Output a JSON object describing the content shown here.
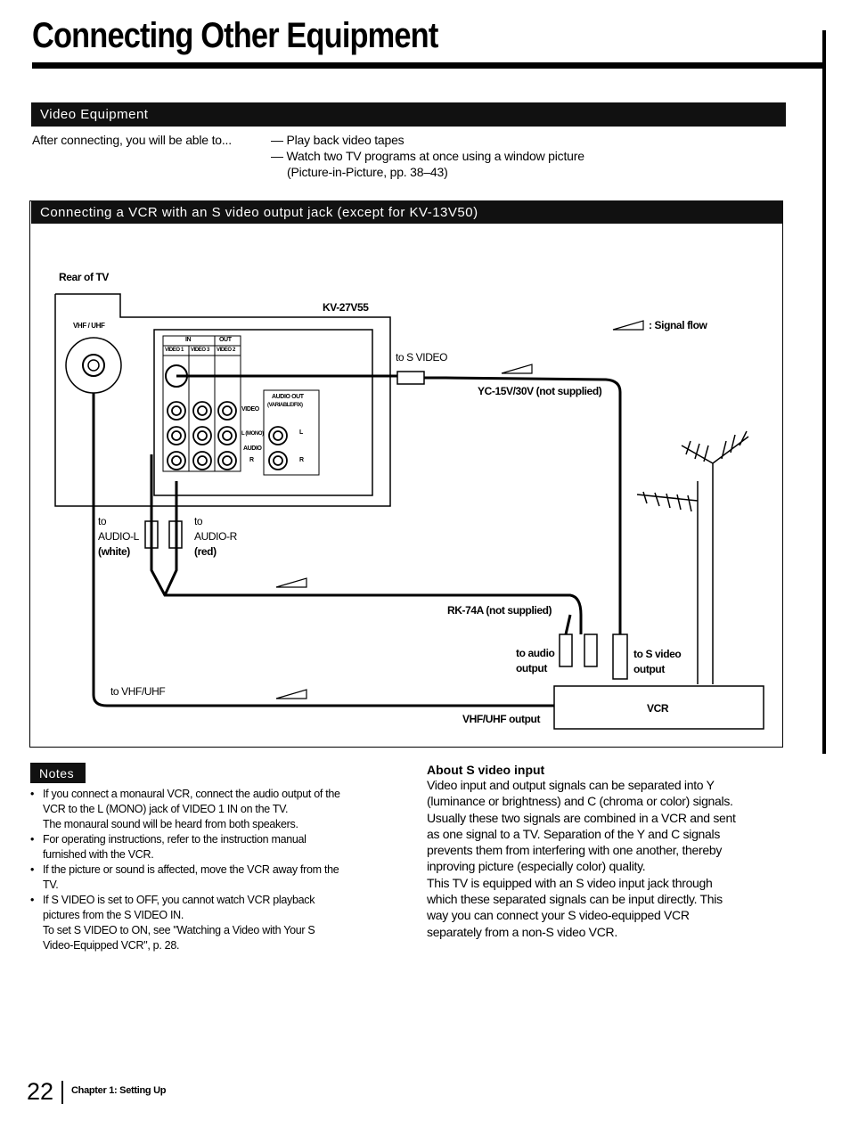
{
  "page": {
    "title": "Connecting Other Equipment",
    "page_number": "22",
    "chapter": "Chapter 1: Setting Up"
  },
  "video_equipment": {
    "heading": "Video Equipment",
    "intro": "After connecting, you will be able to...",
    "bullets": [
      "— Play back video tapes",
      "— Watch two TV programs at once using a window picture",
      "(Picture-in-Picture, pp. 38–43)"
    ]
  },
  "diagram": {
    "heading": "Connecting a VCR with an S video output jack (except for KV-13V50)",
    "labels": {
      "rear_of_tv": "Rear of TV",
      "model": "KV-27V55",
      "vhf_uhf_jack": "VHF / UHF",
      "in": "IN",
      "out": "OUT",
      "video1": "VIDEO 1",
      "video3": "VIDEO 3",
      "video2": "VIDEO 2",
      "video": "VIDEO",
      "audio_out": "AUDIO OUT",
      "audio_out_sub": "(VARIABLE/FIX)",
      "l_mono": "L (MONO)",
      "audio": "AUDIO",
      "r": "R",
      "l": "L",
      "signal_flow": ": Signal flow",
      "to_s_video": "to S VIDEO",
      "cable_s": "YC-15V/30V (not supplied)",
      "to_audio_l_1": "to",
      "to_audio_l_2": "AUDIO-L",
      "to_audio_l_3": "(white)",
      "to_audio_r_1": "to",
      "to_audio_r_2": "AUDIO-R",
      "to_audio_r_3": "(red)",
      "cable_audio": "RK-74A (not supplied)",
      "to_audio_output_1": "to audio",
      "to_audio_output_2": "output",
      "to_s_video_output_1": "to S video",
      "to_s_video_output_2": "output",
      "to_vhf_uhf": "to VHF/UHF",
      "vhf_uhf_output": "VHF/UHF output",
      "vcr": "VCR"
    }
  },
  "notes": {
    "heading": "Notes",
    "items": [
      [
        "If you connect a monaural VCR, connect the audio output of the",
        "VCR to the L (MONO) jack of VIDEO 1 IN on the TV.",
        "The monaural sound will be heard from both speakers."
      ],
      [
        "For operating instructions, refer to the instruction manual",
        "furnished with the VCR."
      ],
      [
        "If the picture or sound is affected, move the VCR away from the",
        "TV."
      ],
      [
        "If S VIDEO is set to OFF, you cannot watch VCR playback",
        "pictures from the S VIDEO IN.",
        "To set S VIDEO to ON, see \"Watching a Video with Your S",
        "Video-Equipped VCR\", p. 28."
      ]
    ]
  },
  "about": {
    "title": "About S video input",
    "lines": [
      "Video input and output signals can be separated into Y",
      "(luminance or brightness) and C (chroma or color) signals.",
      "Usually these two signals are combined in a VCR and sent",
      "as one signal to a TV. Separation of the Y and C signals",
      "prevents them from interfering with one another, thereby",
      "inproving picture (especially color) quality.",
      "This TV is equipped with an S video input jack through",
      "which these separated signals can be input directly. This",
      "way you can connect your S video-equipped VCR",
      "separately from a non-S video VCR."
    ]
  }
}
